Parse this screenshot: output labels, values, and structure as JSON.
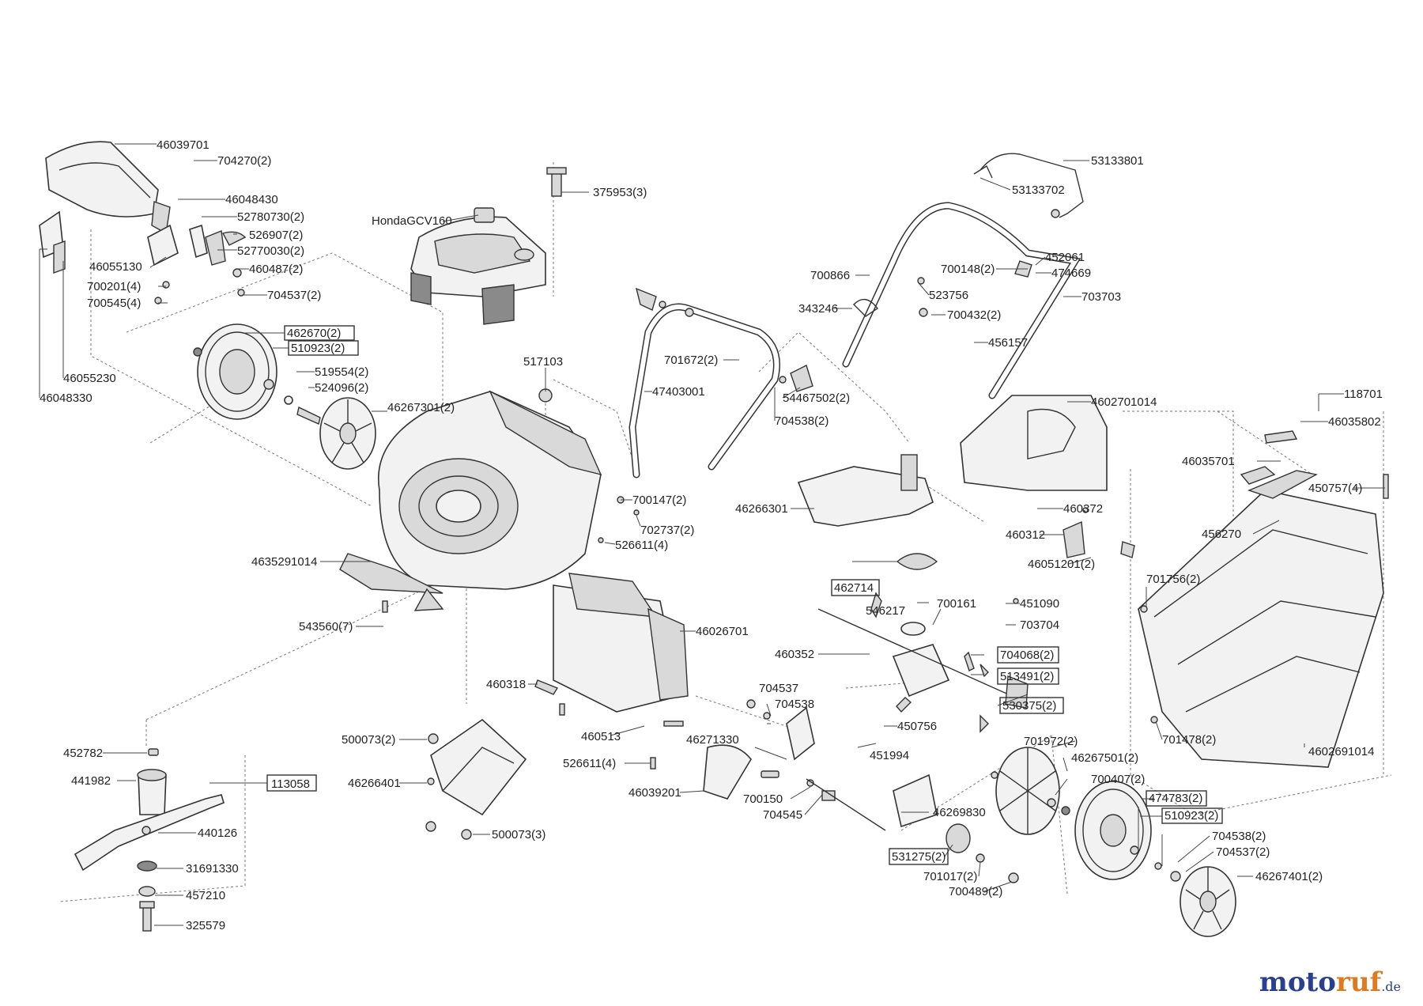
{
  "labels": {
    "l46039701": "46039701",
    "l704270": "704270(2)",
    "l46048430": "46048430",
    "l52780730": "52780730(2)",
    "l526907": "526907(2)",
    "l52770030": "52770030(2)",
    "l46055130": "46055130",
    "l460487": "460487(2)",
    "l700201": "700201(4)",
    "l700545": "700545(4)",
    "l704537a": "704537(2)",
    "l462670": "462670(2)",
    "l510923a": "510923(2)",
    "l46055230": "46055230",
    "l46048330": "46048330",
    "l519554": "519554(2)",
    "l524096": "524096(2)",
    "l46267301": "46267301(2)",
    "l375953": "375953(3)",
    "lHonda": "HondaGCV160",
    "l517103": "517103",
    "l700147": "700147(2)",
    "l702737": "702737(2)",
    "l526611a": "526611(4)",
    "l4635291014": "4635291014",
    "l543560": "543560(7)",
    "l46026701": "46026701",
    "l460318": "460318",
    "l460513": "460513",
    "l526611b": "526611(4)",
    "l500073a": "500073(2)",
    "l46266401": "46266401",
    "l500073b": "500073(3)",
    "l452782": "452782",
    "l441982": "441982",
    "l113058": "113058",
    "l440126": "440126",
    "l31691330": "31691330",
    "l457210": "457210",
    "l325579": "325579",
    "l53133801": "53133801",
    "l53133702": "53133702",
    "l452061": "452061",
    "l700148": "700148(2)",
    "l474669": "474669",
    "l700866": "700866",
    "l523756": "523756",
    "l703703": "703703",
    "l343246": "343246",
    "l700432": "700432(2)",
    "l456157": "456157",
    "l701672": "701672(2)",
    "l47403001": "47403001",
    "l54467502": "54467502(2)",
    "l704538a": "704538(2)",
    "l4602701014": "4602701014",
    "l46266301": "46266301",
    "l460372": "460372",
    "l460312": "460312",
    "l46051201": "46051201(2)",
    "l462714": "462714",
    "l700161": "700161",
    "l451090": "451090",
    "l546217": "546217",
    "l703704": "703704",
    "l460352": "460352",
    "l704068": "704068(2)",
    "l513491": "513491(2)",
    "l704537b": "704537",
    "l704538b": "704538",
    "l530375": "530375(2)",
    "l450756": "450756",
    "l46271330": "46271330",
    "l451994": "451994",
    "l701972": "701972(2)",
    "l46267501": "46267501(2)",
    "l46039201": "46039201",
    "l700150": "700150",
    "l704545": "704545",
    "l700407": "700407(2)",
    "l46269830": "46269830",
    "l474783": "474783(2)",
    "l510923b": "510923(2)",
    "l704538c": "704538(2)",
    "l704537c": "704537(2)",
    "l531275": "531275(2)",
    "l701017": "701017(2)",
    "l700489": "700489(2)",
    "l46267401": "46267401(2)",
    "l118701": "118701",
    "l46035802": "46035802",
    "l46035701": "46035701",
    "l450757": "450757(4)",
    "l456270": "456270",
    "l701756": "701756(2)",
    "l701478": "701478(2)",
    "l4602691014": "4602691014"
  },
  "logo": {
    "part1": "moto",
    "part2": "ruf",
    "suffix": ".de"
  }
}
